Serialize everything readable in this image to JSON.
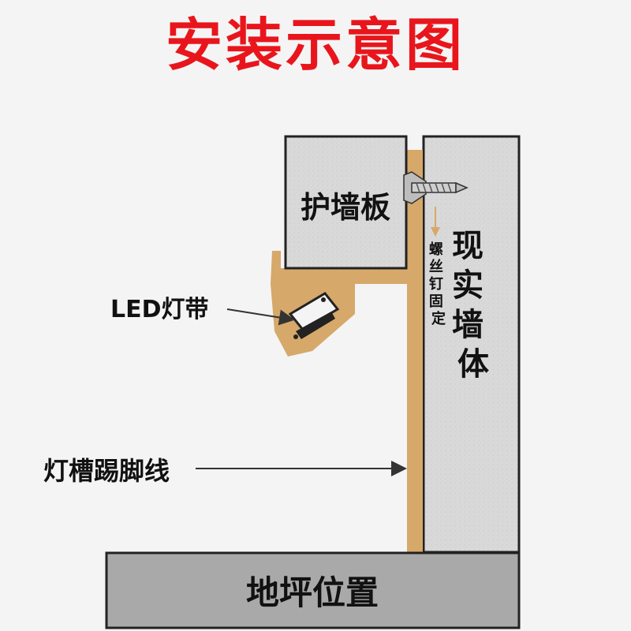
{
  "title": "安装示意图",
  "labels": {
    "panel": "护墙板",
    "wall": "现实墙体",
    "screw_note": "螺丝钉固定",
    "led": "LED灯带",
    "baseboard": "灯槽踢脚线",
    "floor": "地坪位置"
  },
  "colors": {
    "title": "#e8161c",
    "block_fill": "#d8d8d8",
    "outline": "#222222",
    "profile": "#d6a86a",
    "floor_fill": "#a9a9a9"
  }
}
